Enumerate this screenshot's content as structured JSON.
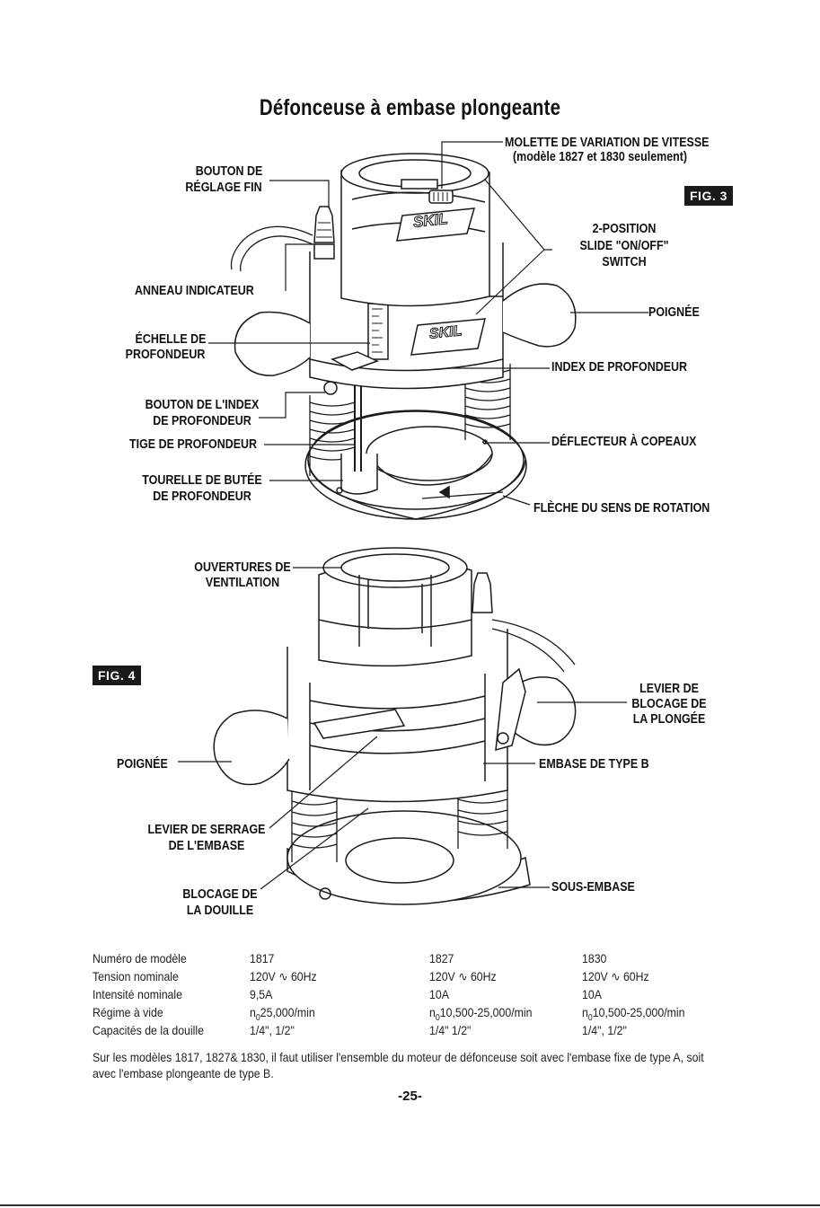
{
  "title": "Défonceuse à embase plongeante",
  "fig3": {
    "badge": "FIG. 3",
    "labels": {
      "molette": "MOLETTE DE VARIATION DE VITESSE",
      "molette_note": "(modèle 1827 et 1830 seulement)",
      "bouton_reglage_1": "BOUTON DE",
      "bouton_reglage_2": "RÉGLAGE FIN",
      "switch_1": "2-POSITION",
      "switch_2": "SLIDE \"ON/OFF\"",
      "switch_3": "SWITCH",
      "anneau": "ANNEAU INDICATEUR",
      "poignee": "POIGNÉE",
      "echelle_1": "ÉCHELLE DE",
      "echelle_2": "PROFONDEUR",
      "index_prof": "INDEX DE PROFONDEUR",
      "bouton_index_1": "BOUTON DE L'INDEX",
      "bouton_index_2": "DE PROFONDEUR",
      "tige": "TIGE DE PROFONDEUR",
      "deflecteur": "DÉFLECTEUR À COPEAUX",
      "tourelle_1": "TOURELLE DE BUTÉE",
      "tourelle_2": "DE PROFONDEUR",
      "fleche": "FLÈCHE DU SENS DE ROTATION"
    }
  },
  "fig4": {
    "badge": "FIG. 4",
    "labels": {
      "ouvertures_1": "OUVERTURES DE",
      "ouvertures_2": "VENTILATION",
      "levier_blocage_1": "LEVIER DE",
      "levier_blocage_2": "BLOCAGE DE",
      "levier_blocage_3": "LA PLONGÉE",
      "poignee": "POIGNÉE",
      "embase_b": "EMBASE DE TYPE B",
      "levier_serrage_1": "LEVIER DE SERRAGE",
      "levier_serrage_2": "DE L'EMBASE",
      "blocage_douille_1": "BLOCAGE DE",
      "blocage_douille_2": "LA DOUILLE",
      "sous_embase": "SOUS-EMBASE"
    }
  },
  "logo_text": "SKIL",
  "specs": {
    "row_labels": [
      "Numéro de modèle",
      "Tension nominale",
      "Intensité nominale",
      "Régime à vide",
      "Capacités de la douille"
    ],
    "models": [
      {
        "model": "1817",
        "voltage": "120V ∿ 60Hz",
        "current": "9,5A",
        "speed_prefix": "n",
        "speed_sub": "0",
        "speed": "25,000/min",
        "collet": "1/4\", 1/2\""
      },
      {
        "model": "1827",
        "voltage": "120V ∿ 60Hz",
        "current": "10A",
        "speed_prefix": "n",
        "speed_sub": "0",
        "speed": "10,500-25,000/min",
        "collet": "1/4\" 1/2\""
      },
      {
        "model": "1830",
        "voltage": "120V ∿ 60Hz",
        "current": "10A",
        "speed_prefix": "n",
        "speed_sub": "0",
        "speed": "10,500-25,000/min",
        "collet": "1/4\", 1/2\""
      }
    ]
  },
  "note": "Sur les modèles 1817, 1827& 1830, il faut utiliser l'ensemble du moteur de défonceuse soit avec l'embase fixe de type A, soit avec l'embase plongeante de type B.",
  "page_number": "-25-"
}
